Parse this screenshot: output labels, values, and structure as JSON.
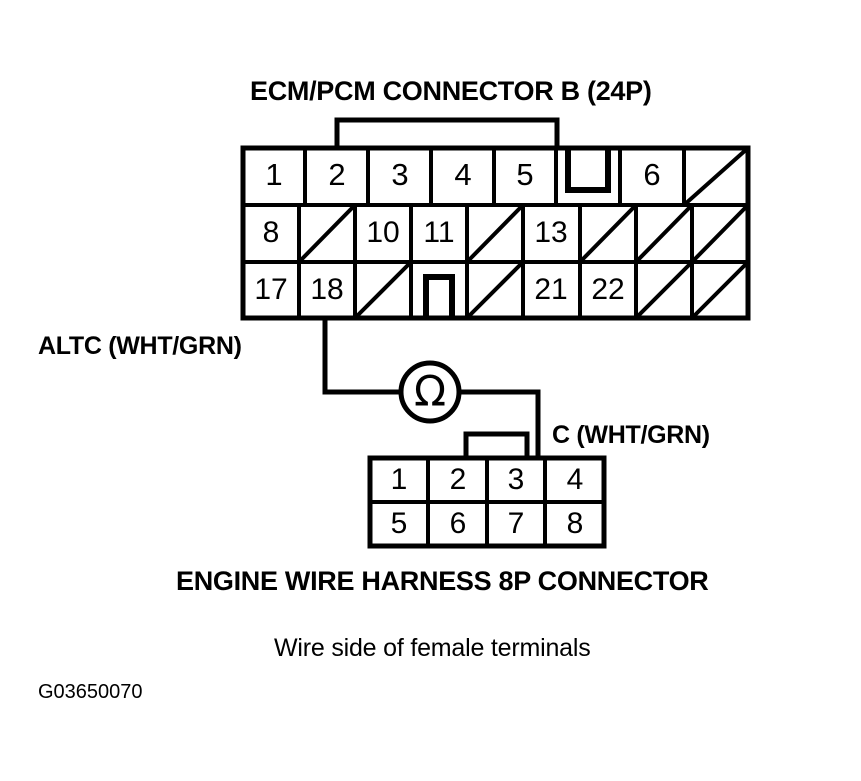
{
  "diagram": {
    "title": "ECM/PCM CONNECTOR B (24P)",
    "bottom_title": "ENGINE WIRE HARNESS 8P CONNECTOR",
    "caption": "Wire side of female terminals",
    "figure_code": "G03650070",
    "wire_label_left": "ALTC (WHT/GRN)",
    "wire_label_right": "C (WHT/GRN)",
    "meter_symbol": "Ω",
    "meter_name": "ohmmeter",
    "line_color": "#000000",
    "background_color": "#ffffff"
  },
  "ecm_connector": {
    "name": "ECM/PCM CONNECTOR B (24P)",
    "pin_count": "24P",
    "rows": [
      {
        "row_index": 1,
        "cells": [
          {
            "label": "1",
            "type": "pin"
          },
          {
            "label": "2",
            "type": "pin"
          },
          {
            "label": "3",
            "type": "pin"
          },
          {
            "label": "4",
            "type": "pin"
          },
          {
            "label": "5",
            "type": "pin"
          },
          {
            "label": "",
            "type": "notch"
          },
          {
            "label": "6",
            "type": "pin"
          },
          {
            "label": "",
            "type": "blank"
          }
        ]
      },
      {
        "row_index": 2,
        "cells": [
          {
            "label": "8",
            "type": "pin"
          },
          {
            "label": "",
            "type": "blank"
          },
          {
            "label": "10",
            "type": "pin"
          },
          {
            "label": "11",
            "type": "pin"
          },
          {
            "label": "",
            "type": "blank"
          },
          {
            "label": "13",
            "type": "pin"
          },
          {
            "label": "",
            "type": "blank"
          },
          {
            "label": "",
            "type": "blank"
          },
          {
            "label": "",
            "type": "blank"
          }
        ]
      },
      {
        "row_index": 3,
        "cells": [
          {
            "label": "17",
            "type": "pin"
          },
          {
            "label": "18",
            "type": "pin"
          },
          {
            "label": "",
            "type": "blank"
          },
          {
            "label": "",
            "type": "notch"
          },
          {
            "label": "",
            "type": "blank"
          },
          {
            "label": "21",
            "type": "pin"
          },
          {
            "label": "22",
            "type": "pin"
          },
          {
            "label": "",
            "type": "blank"
          },
          {
            "label": "",
            "type": "blank"
          }
        ]
      }
    ]
  },
  "harness_connector": {
    "name": "ENGINE WIRE HARNESS 8P CONNECTOR",
    "pin_count": "8P",
    "rows": [
      {
        "row_index": 1,
        "cells": [
          "1",
          "2",
          "3",
          "4"
        ]
      },
      {
        "row_index": 2,
        "cells": [
          "5",
          "6",
          "7",
          "8"
        ]
      }
    ]
  },
  "probe_points": {
    "ecm_pin": "18",
    "harness_pin": "3"
  }
}
